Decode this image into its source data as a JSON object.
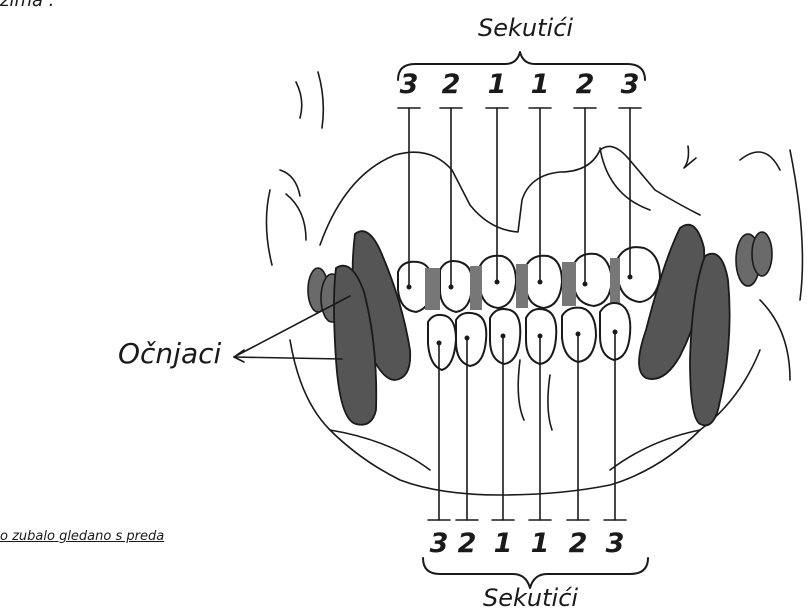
{
  "labels": {
    "top_cut_text": "zima :",
    "incisors_top": "Sekutići",
    "incisors_bottom": "Sekutići",
    "canines": "Očnjaci",
    "caption": "o zubalo gledano s preda"
  },
  "upper_numbers": [
    "3",
    "2",
    "1",
    "1",
    "2",
    "3"
  ],
  "lower_numbers": [
    "3",
    "2",
    "1",
    "1",
    "2",
    "3"
  ]
}
